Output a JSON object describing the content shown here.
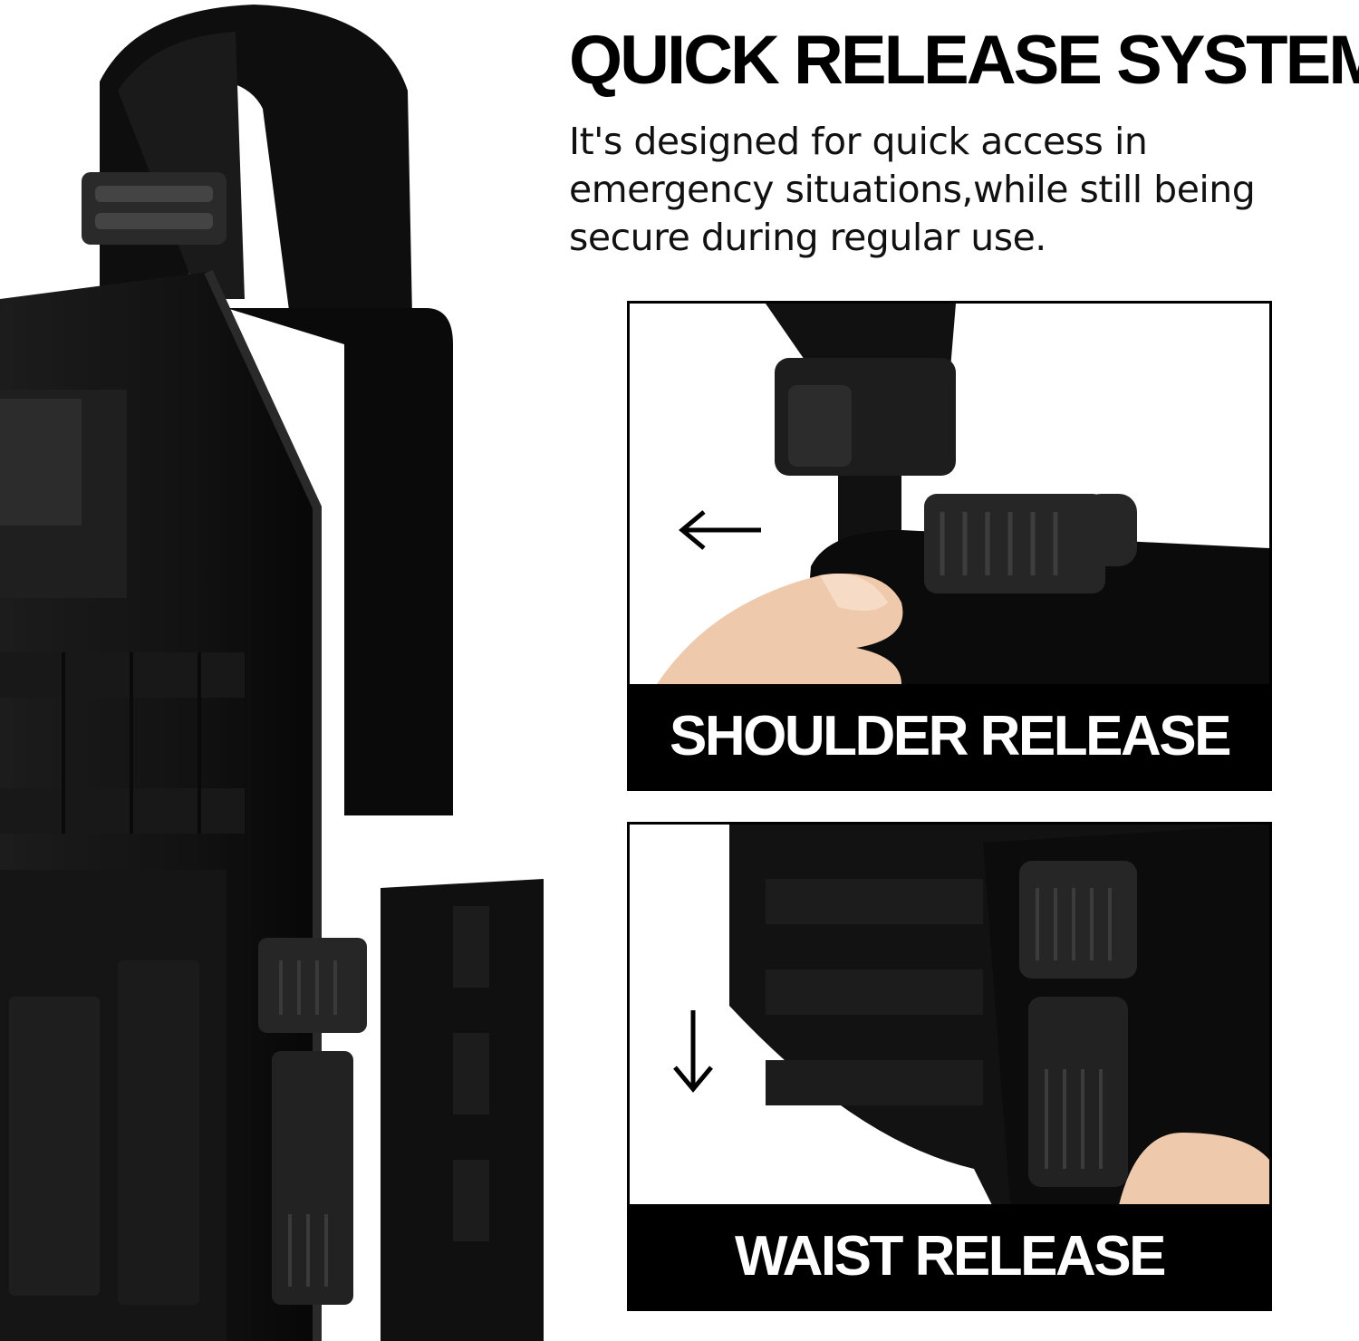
{
  "headline": "QUICK RELEASE SYSTEM",
  "description": "It's designed for quick access in emergency situations,while still being secure during regular use.",
  "panels": [
    {
      "caption": "SHOULDER RELEASE",
      "arrow_icon": "arrow-left-icon"
    },
    {
      "caption": "WAIST RELEASE",
      "arrow_icon": "arrow-down-icon"
    }
  ],
  "colors": {
    "background": "#ffffff",
    "text": "#000000",
    "banner": "#000000",
    "banner_text": "#ffffff",
    "vest": "#141414"
  }
}
